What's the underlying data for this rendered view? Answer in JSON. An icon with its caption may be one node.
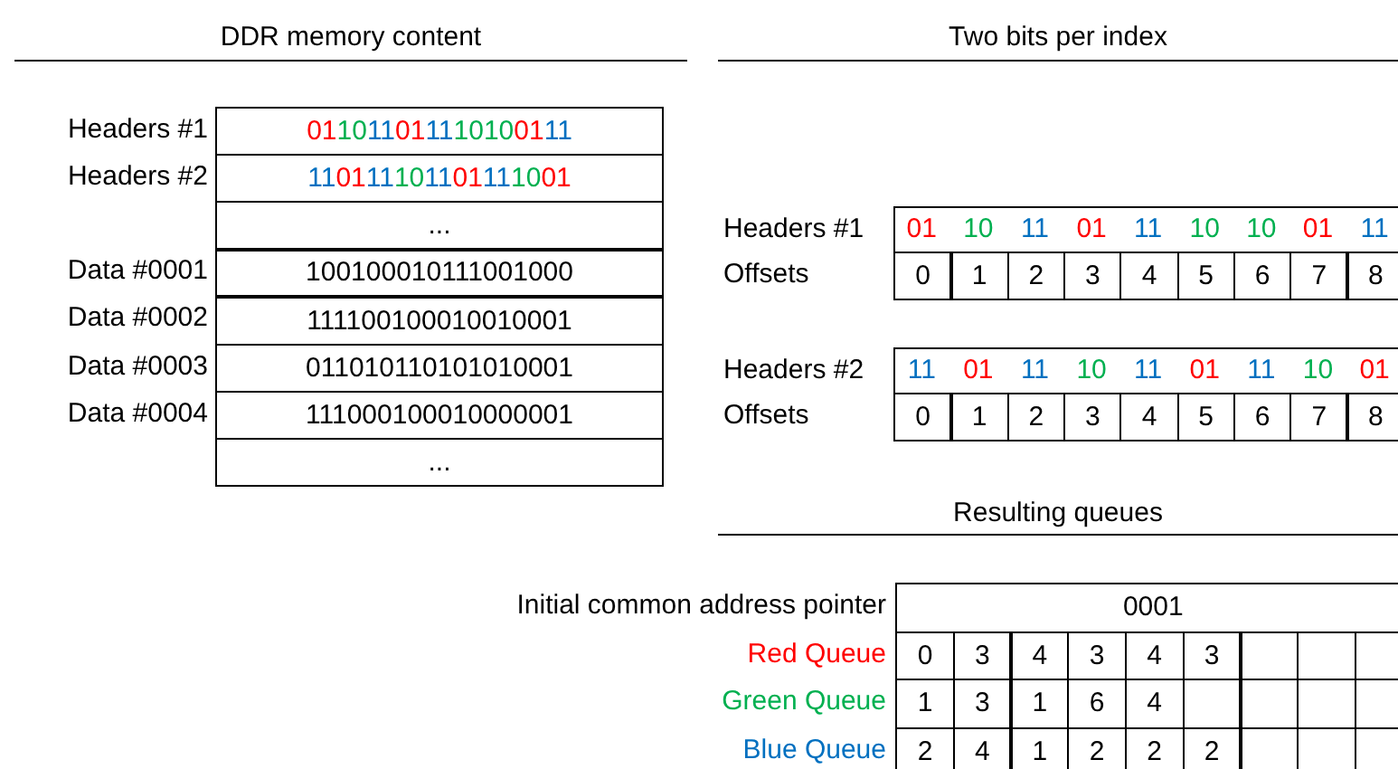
{
  "diagram": {
    "labels": [
      "DDR memory content",
      "Headers #1",
      "011011011110100111",
      "Headers #2",
      "110111101101111001",
      "...",
      "Data #0001",
      "100100010111001000",
      "Data #0002",
      "111100100010010001",
      "Data #0003",
      "011010110101010001",
      "Data #0004",
      "111000100010000001",
      "...",
      "Two bits per index",
      "Headers #1",
      "01",
      "10",
      "11",
      "01",
      "11",
      "10",
      "10",
      "01",
      "11",
      "Offsets",
      "0",
      "1",
      "2",
      "3",
      "4",
      "5",
      "6",
      "7",
      "8",
      "Headers #2",
      "11",
      "01",
      "11",
      "10",
      "11",
      "01",
      "11",
      "10",
      "01",
      "Offsets",
      "0",
      "1",
      "2",
      "3",
      "4",
      "5",
      "6",
      "7",
      "8",
      "Resulting queues",
      "Initial common address pointer",
      "0001",
      "Red Queue",
      "0",
      "3",
      "4",
      "3",
      "4",
      "3",
      "Green Queue",
      "1",
      "3",
      "1",
      "6",
      "4",
      "Blue Queue",
      "2",
      "4",
      "1",
      "2",
      "2",
      "2"
    ]
  }
}
